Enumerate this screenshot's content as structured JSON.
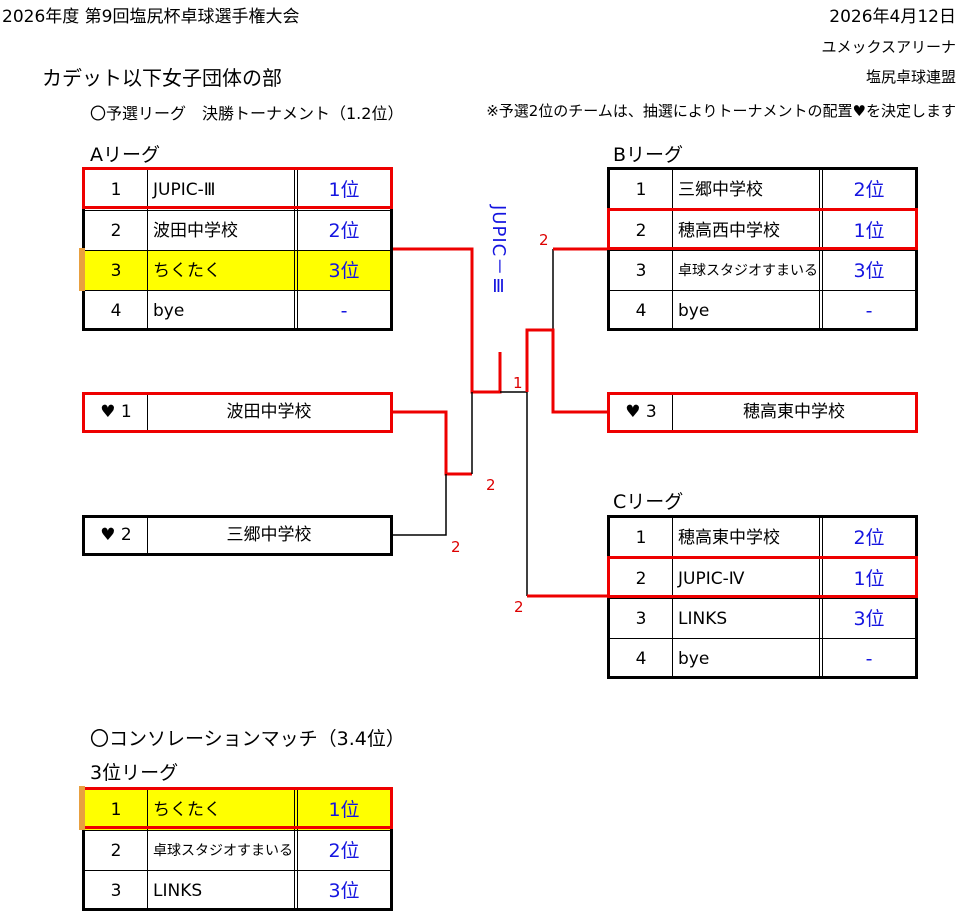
{
  "header": {
    "title": "2026年度 第9回塩尻杯卓球選手権大会",
    "date": "2026年4月12日",
    "venue": "ユメックスアリーナ",
    "organizer": "塩尻卓球連盟",
    "division": "カデット以下女子団体の部",
    "subtitle": "〇予選リーグ　決勝トーナメント（1.2位）",
    "note": "※予選2位のチームは、抽選によりトーナメントの配置♥を決定します"
  },
  "leagues": {
    "a": {
      "title": "Aリーグ",
      "rows": [
        {
          "no": "1",
          "team": "JUPIC-Ⅲ",
          "rank": "1位"
        },
        {
          "no": "2",
          "team": "波田中学校",
          "rank": "2位"
        },
        {
          "no": "3",
          "team": "ちくたく",
          "rank": "3位"
        },
        {
          "no": "4",
          "team": "bye",
          "rank": "-"
        }
      ]
    },
    "b": {
      "title": "Bリーグ",
      "rows": [
        {
          "no": "1",
          "team": "三郷中学校",
          "rank": "2位"
        },
        {
          "no": "2",
          "team": "穂高西中学校",
          "rank": "1位"
        },
        {
          "no": "3",
          "team": "卓球スタジオすまいる",
          "rank": "3位"
        },
        {
          "no": "4",
          "team": "bye",
          "rank": "-"
        }
      ]
    },
    "c": {
      "title": "Cリーグ",
      "rows": [
        {
          "no": "1",
          "team": "穂高東中学校",
          "rank": "2位"
        },
        {
          "no": "2",
          "team": "JUPIC-Ⅳ",
          "rank": "1位"
        },
        {
          "no": "3",
          "team": "LINKS",
          "rank": "3位"
        },
        {
          "no": "4",
          "team": "bye",
          "rank": "-"
        }
      ]
    },
    "third": {
      "title": "3位リーグ",
      "rows": [
        {
          "no": "1",
          "team": "ちくたく",
          "rank": "1位"
        },
        {
          "no": "2",
          "team": "卓球スタジオすまいる",
          "rank": "2位"
        },
        {
          "no": "3",
          "team": "LINKS",
          "rank": "3位"
        }
      ]
    }
  },
  "seeds": [
    {
      "slot": "♥ 1",
      "team": "波田中学校"
    },
    {
      "slot": "♥ 2",
      "team": "三郷中学校"
    },
    {
      "slot": "♥ 3",
      "team": "穂高東中学校"
    }
  ],
  "bracket": {
    "champion": "JUPIC－Ⅲ",
    "scores": [
      "2",
      "1",
      "2",
      "2",
      "2"
    ]
  },
  "consolation": {
    "title": "〇コンソレーションマッチ（3.4位）"
  },
  "colors": {
    "win_line": "#ee0000",
    "rank_text": "#1515e0",
    "highlight": "#ffff00"
  }
}
